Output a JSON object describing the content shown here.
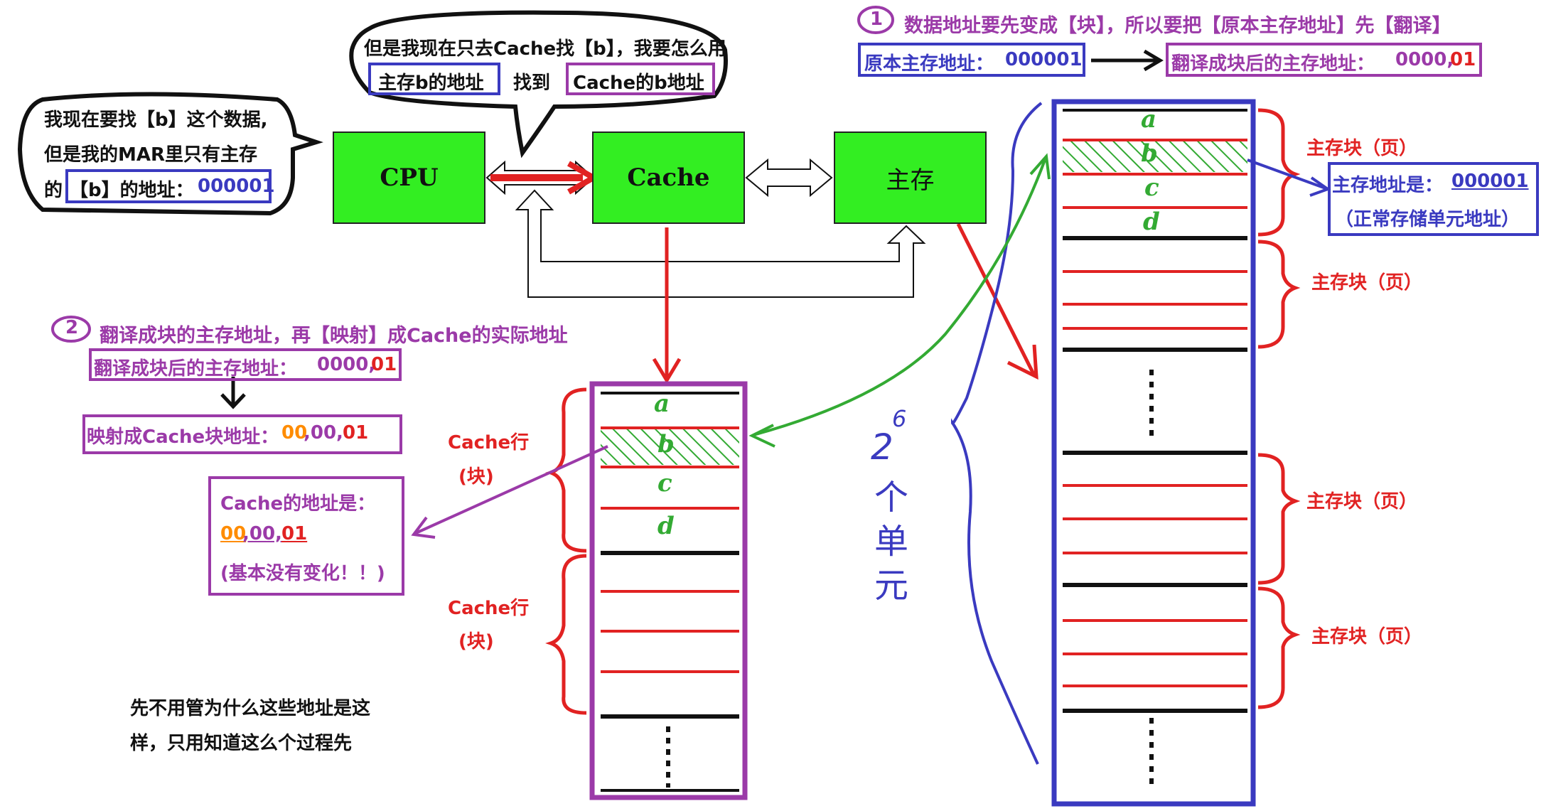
{
  "bubble_left": {
    "line1": "我现在要找【b】这个数据,",
    "line2": "但是我的MAR里只有主存",
    "line3_prefix": "的",
    "line3_box": "【b】的地址：",
    "line3_value": "000001"
  },
  "bubble_top": {
    "line1": "但是我现在只去Cache找【b】，我要怎么用",
    "box1": "主存b的地址",
    "middle": "找到",
    "box2": "Cache的b地址"
  },
  "blocks": {
    "cpu": "CPU",
    "cache": "Cache",
    "main": "主存"
  },
  "step1": {
    "number": "1",
    "title": "数据地址要先变成【块】，所以要把【原本主存地址】先【翻译】",
    "orig_label": "原本主存地址：",
    "orig_value": "000001",
    "trans_label": "翻译成块后的主存地址：",
    "trans_value_a": "0000,",
    "trans_value_b": "01"
  },
  "step2": {
    "number": "2",
    "title": "翻译成块的主存地址，再【映射】成Cache的实际地址",
    "trans_label": "翻译成块后的主存地址：",
    "trans_value_a": "0000,",
    "trans_value_b": "01",
    "map_label": "映射成Cache块地址：",
    "map_a": "00",
    "map_b": ",00,",
    "map_c": "01"
  },
  "cache_addr": {
    "line1": "Cache的地址是：",
    "v_a": "00",
    "v_b": ",00,",
    "v_c": "01",
    "note": "(基本没有变化！！)"
  },
  "cache_line_label": {
    "a": "Cache行",
    "b": "(块)"
  },
  "main_block_label": "主存块（页）",
  "main_addr": {
    "line1_label": "主存地址是：",
    "line1_value": "000001",
    "line2": "（正常存储单元地址）"
  },
  "cells": {
    "a": "a",
    "b": "b",
    "c": "c",
    "d": "d"
  },
  "units_note": {
    "base": "2",
    "exp": "6",
    "text1": "个",
    "text2": "单",
    "text3": "元"
  },
  "note": {
    "line1": "先不用管为什么这些地址是这",
    "line2": "样，只用知道这么个过程先"
  },
  "colors": {
    "purple": "#9b3aa8",
    "blue": "#3a3ac0",
    "red": "#e12222",
    "green": "#33aa33",
    "block_green": "#33ee22",
    "orange": "#ff8c00"
  }
}
